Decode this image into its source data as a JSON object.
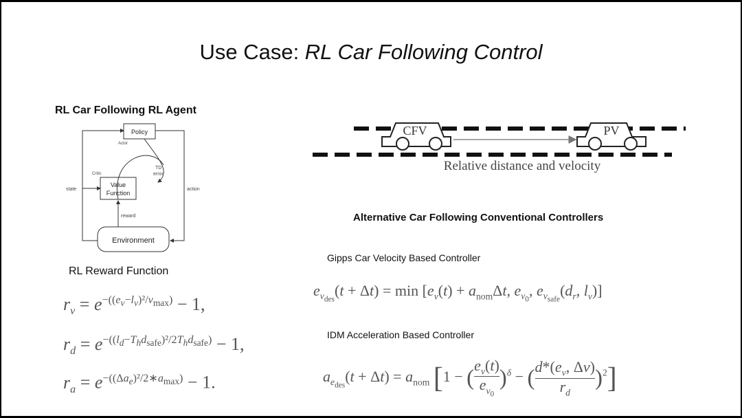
{
  "slide": {
    "title_plain": "Use Case: ",
    "title_italic": "RL Car Following Control"
  },
  "left": {
    "agent_heading": "RL Car Following RL Agent",
    "diagram": {
      "policy": "Policy",
      "actor": "Actor",
      "critic": "Critic",
      "td_error_1": "TD",
      "td_error_2": "error",
      "value_1": "Value",
      "value_2": "Function",
      "state": "state",
      "action": "action",
      "reward": "reward",
      "environment": "Environment"
    },
    "reward_heading": "RL Reward Function"
  },
  "right": {
    "road": {
      "cfv": "CFV",
      "pv": "PV",
      "caption": "Relative distance and velocity"
    },
    "alt_heading": "Alternative Car Following Conventional Controllers",
    "gipps_heading": "Gipps Car Velocity Based Controller",
    "idm_heading": "IDM Acceleration Based Controller"
  }
}
